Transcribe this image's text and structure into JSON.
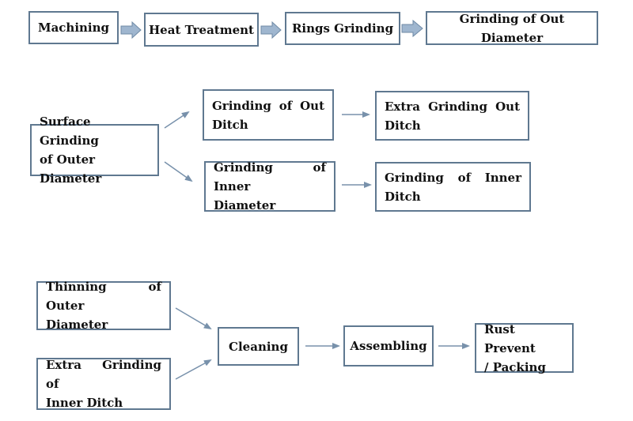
{
  "row1": {
    "machining": "Machining",
    "heat_treatment": "Heat Treatment",
    "rings_grinding": "Rings Grinding",
    "grinding_out_diameter": "Grinding of Out Diameter"
  },
  "row2": {
    "surface_grinding": [
      "Surface Grinding",
      "of Outer Diameter"
    ],
    "grinding_out_ditch": [
      "Grinding of Out",
      "Ditch"
    ],
    "extra_grinding_out_ditch": [
      "Extra Grinding Out",
      "Ditch"
    ],
    "grinding_inner_diameter": [
      "Grinding of Inner",
      "Diameter"
    ],
    "grinding_inner_ditch": [
      "Grinding of Inner",
      "Ditch"
    ]
  },
  "row3": {
    "thinning_outer_diameter": [
      "Thinning of Outer",
      "Diameter"
    ],
    "extra_grinding_inner_ditch": [
      "Extra Grinding of",
      "Inner Ditch"
    ],
    "cleaning": "Cleaning",
    "assembling": "Assembling",
    "rust_prevent": [
      "Rust Prevent",
      "/ Packing"
    ]
  },
  "colors": {
    "border": "#5f7890",
    "block_arrow": "#9fb6cf",
    "line_arrow": "#7891ab"
  }
}
